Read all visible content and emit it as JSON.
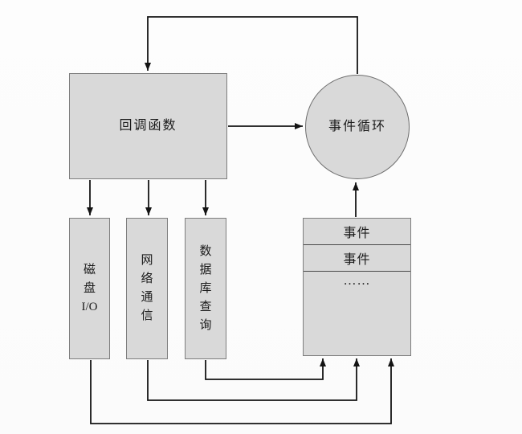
{
  "nodes": {
    "callback": {
      "label": "回调函数"
    },
    "event_loop": {
      "label": "事件循环"
    },
    "disk_io": {
      "label": "磁\n盘\nI/O"
    },
    "network": {
      "label": "网\n络\n通\n信"
    },
    "database": {
      "label": "数\n据\n库\n查\n询"
    },
    "event_queue": {
      "rows": [
        "事件",
        "事件",
        "……"
      ]
    }
  },
  "colors": {
    "node_fill": "#d9d9d9",
    "node_border": "#7d7d7d",
    "line": "#141414"
  }
}
